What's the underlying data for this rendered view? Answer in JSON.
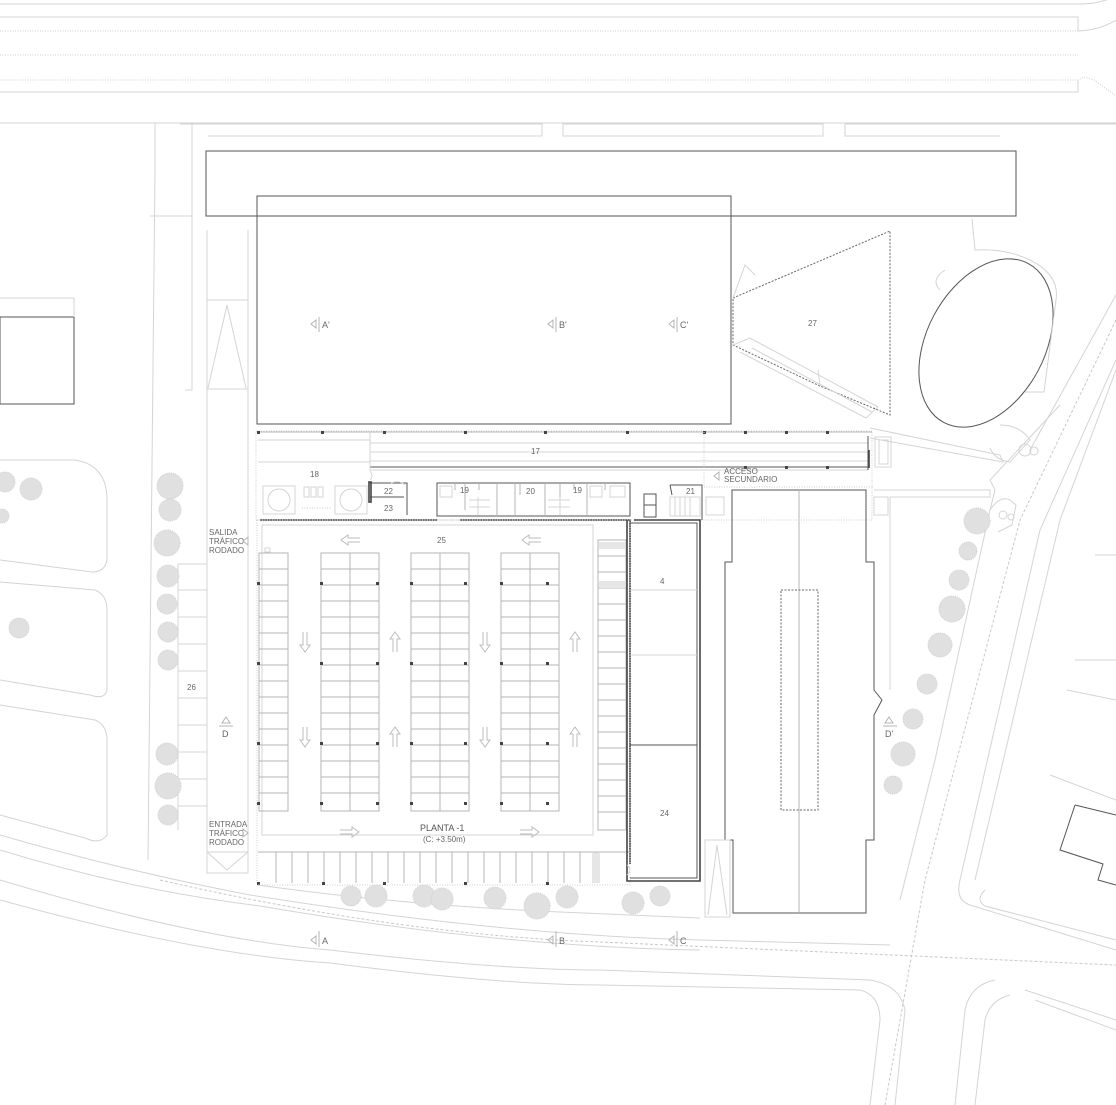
{
  "drawing": {
    "title": "PLANTA -1",
    "elevation": "(C: +3.50m)"
  },
  "rooms": {
    "r4": "4",
    "r17": "17",
    "r18": "18",
    "r19a": "19",
    "r19b": "19",
    "r20": "20",
    "r21": "21",
    "r22": "22",
    "r23": "23",
    "r24": "24",
    "r25": "25",
    "r26": "26",
    "r27": "27"
  },
  "access": {
    "secondary_line1": "ACCESO",
    "secondary_line2": "SECUNDARIO",
    "exit_line1": "SALIDA",
    "exit_line2": "TRÁFICO",
    "exit_line3": "RODADO",
    "entry_line1": "ENTRADA",
    "entry_line2": "TRÁFICO",
    "entry_line3": "RODADO"
  },
  "sections": {
    "a_top": "A'",
    "b_top": "B'",
    "c_top": "C'",
    "a_bottom": "A",
    "b_bottom": "B",
    "c_bottom": "C",
    "d_left": "D",
    "d_right": "D'"
  },
  "colors": {
    "line_light": "#d4d4d4",
    "line_dark": "#444444",
    "text": "#666666",
    "tree_fill": "#e0e0e0"
  }
}
